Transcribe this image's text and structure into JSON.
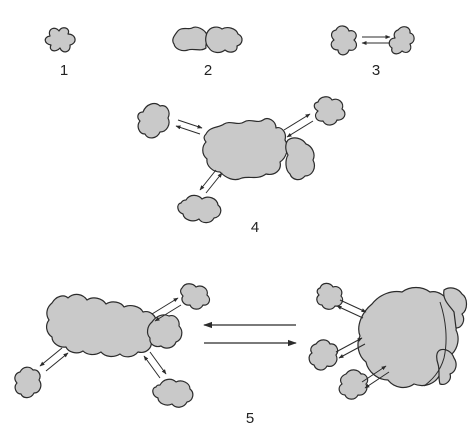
{
  "figure": {
    "panel_labels": {
      "p1": "1",
      "p2": "2",
      "p3": "3",
      "p4": "4",
      "p5": "5"
    },
    "colors": {
      "fill": "#c9c9c9",
      "stroke": "#2b2b2b",
      "arrow": "#2b2b2b",
      "text": "#222222"
    }
  }
}
